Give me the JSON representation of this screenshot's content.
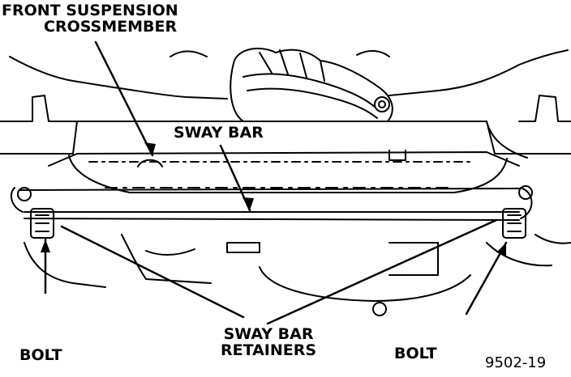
{
  "labels": {
    "crossmember_line1": "FRONT SUSPENSION",
    "crossmember_line2": "CROSSMEMBER",
    "sway_bar": "SWAY BAR",
    "bolt_left": "BOLT",
    "retainers_line1": "SWAY BAR",
    "retainers_line2": "RETAINERS",
    "bolt_right": "BOLT",
    "figure_number": "9502-19"
  },
  "colors": {
    "ink": "#000000",
    "paper": "#ffffff"
  }
}
